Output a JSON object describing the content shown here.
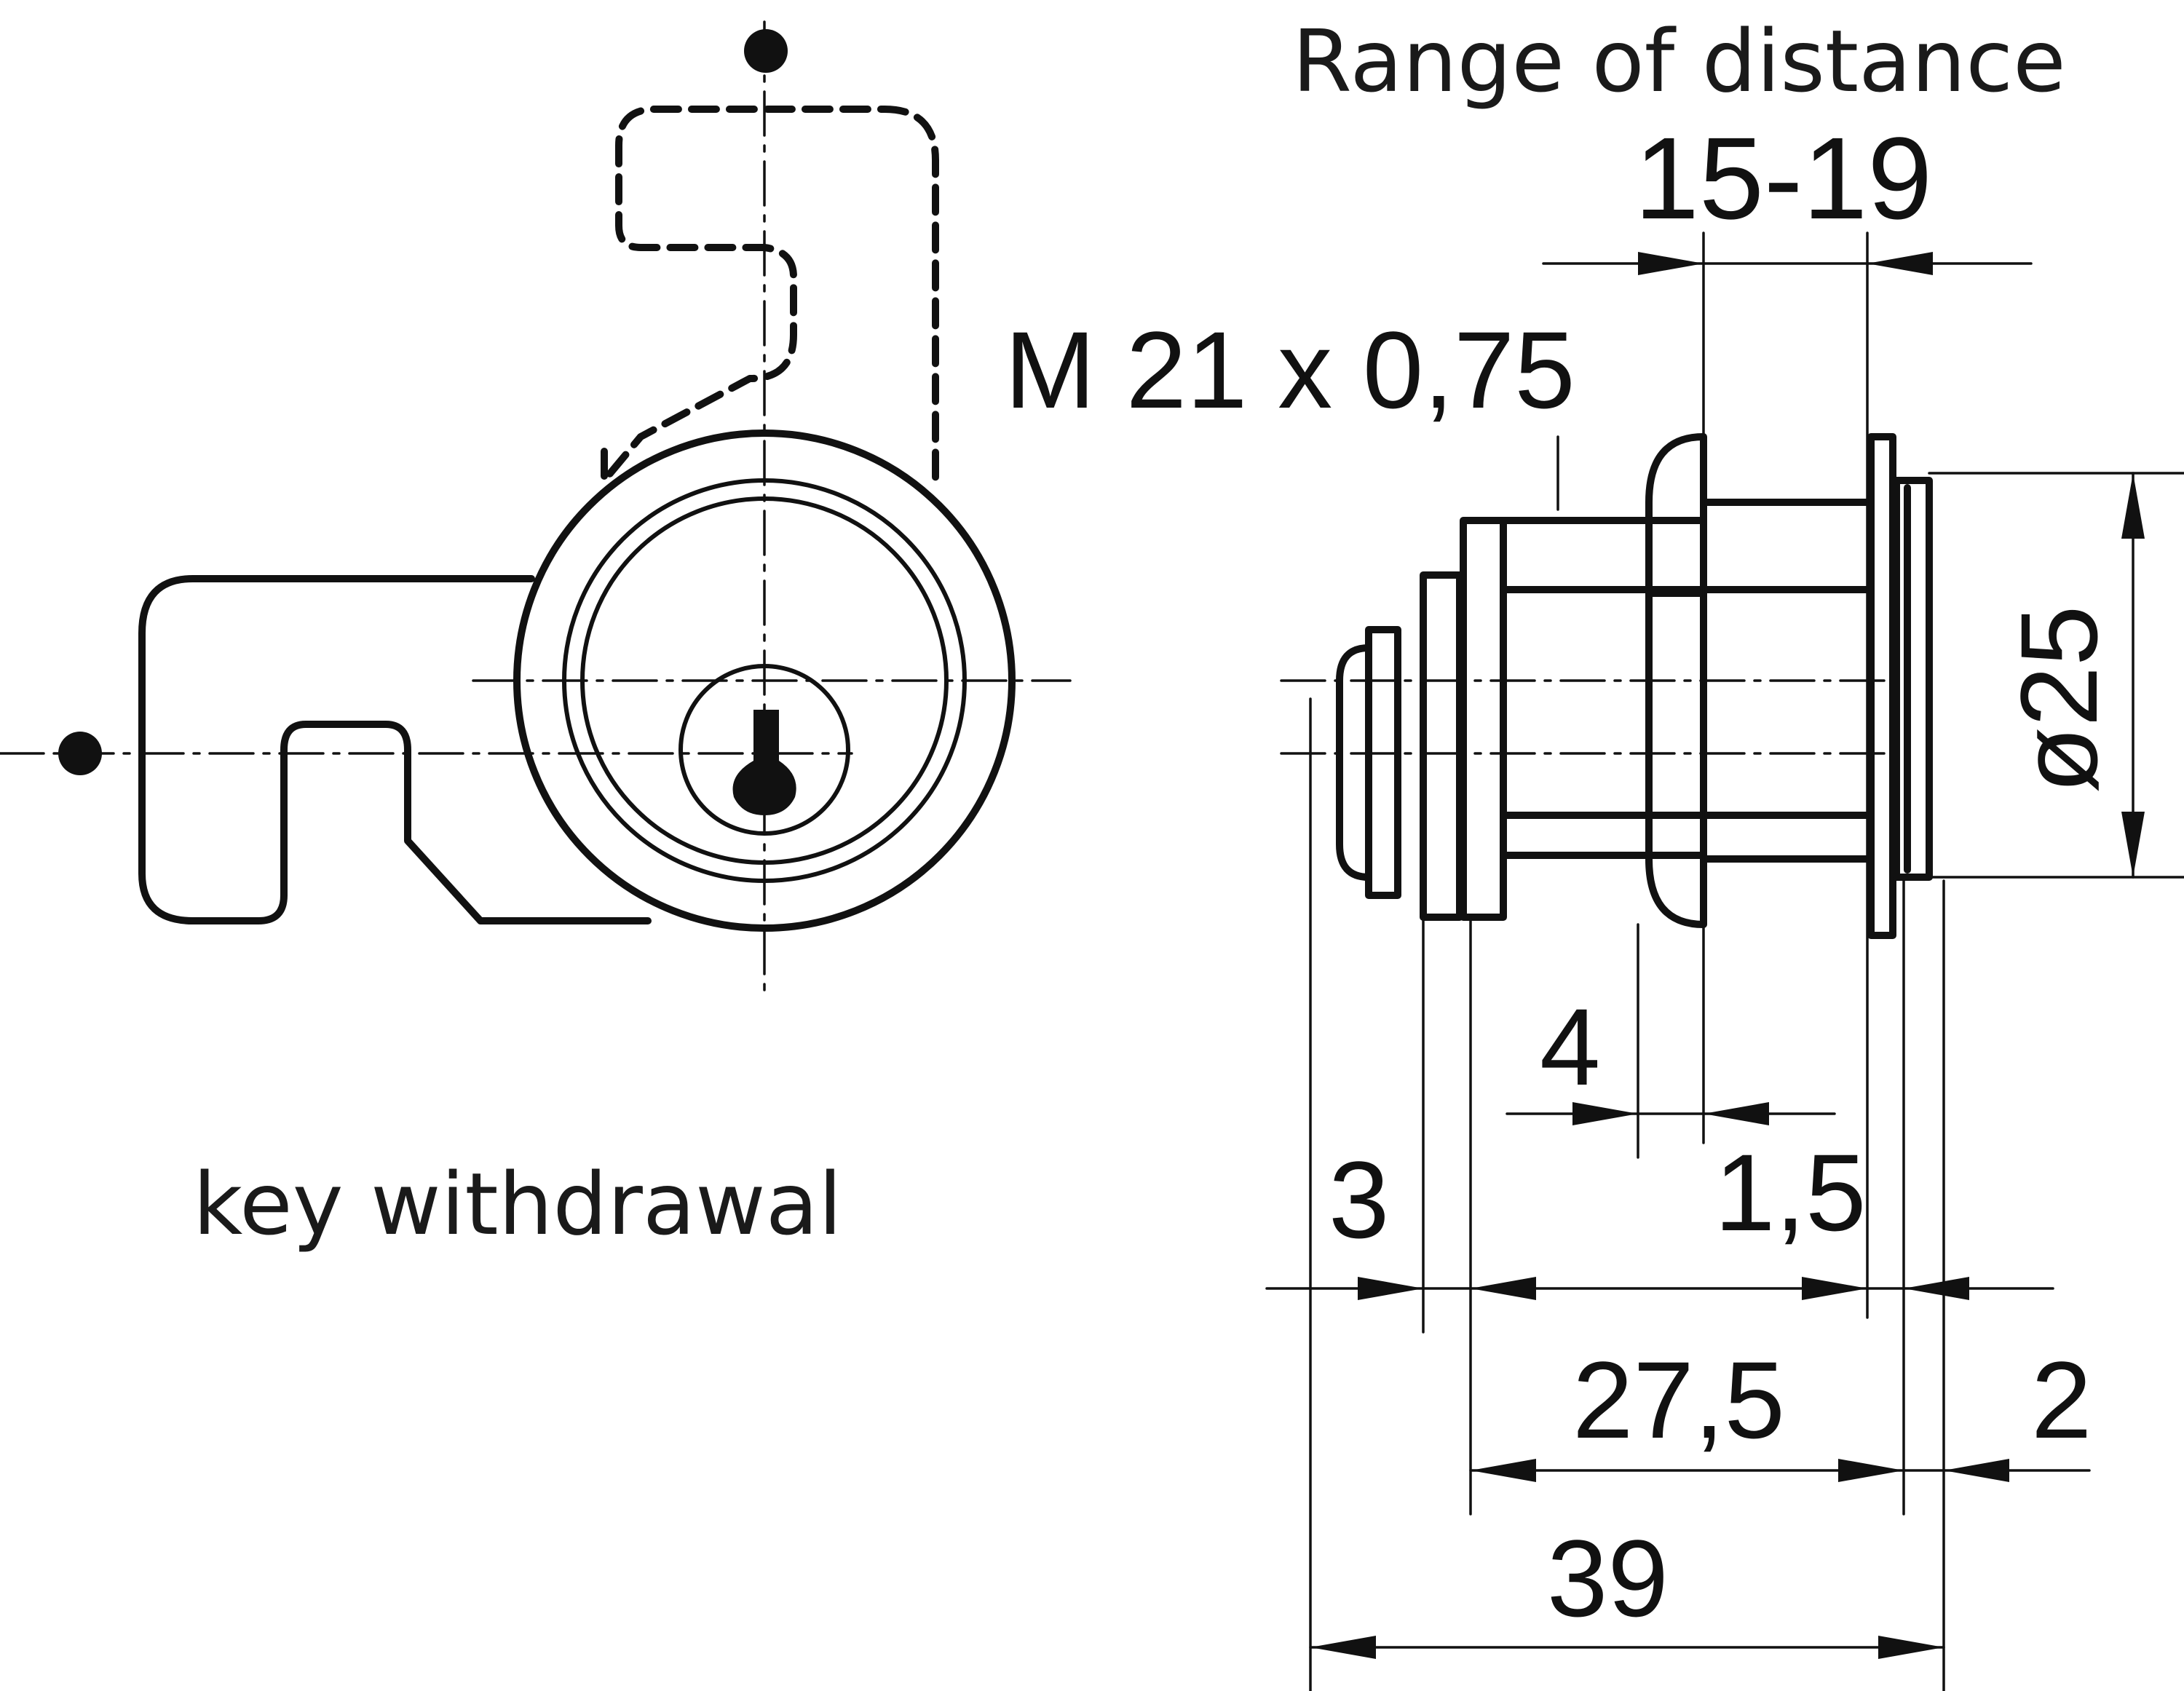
{
  "labels": {
    "range_of_distance": "Range of distance",
    "range_value": "15-19",
    "thread": "M 21 x 0,75",
    "diameter": "ø25",
    "key_withdrawal": "key withdrawal"
  },
  "dimensions": {
    "d_4": "4",
    "d_1_5": "1,5",
    "d_3": "3",
    "d_27_5": "27,5",
    "d_2": "2",
    "d_39": "39"
  }
}
